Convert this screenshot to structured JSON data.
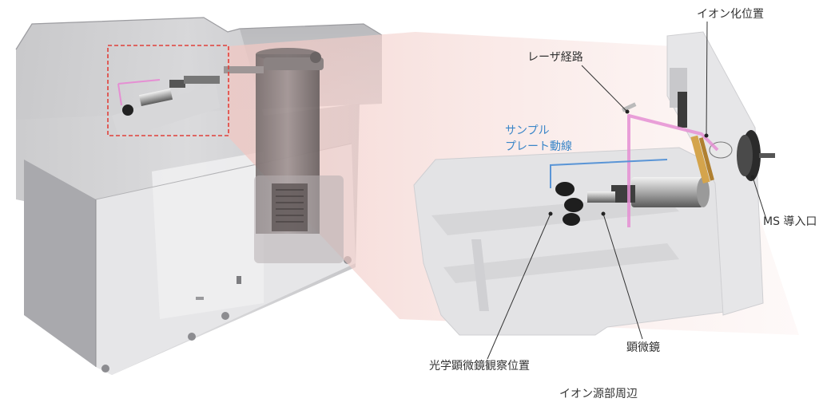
{
  "labels": {
    "ionization_position": "イオン化位置",
    "laser_path": "レーザ経路",
    "sample_plate_line1": "サンプル",
    "sample_plate_line2": "プレート動線",
    "ms_inlet": "MS 導入口",
    "microscope": "顕微鏡",
    "optical_observation_position": "光学顕微鏡観察位置",
    "ion_source_area": "イオン源部周辺"
  },
  "colors": {
    "laser": "#e58fd3",
    "sample_path": "#5a95d6",
    "zoom_box": "#e0403a",
    "callout_line": "#333333",
    "projection": "#f6d6d2"
  }
}
